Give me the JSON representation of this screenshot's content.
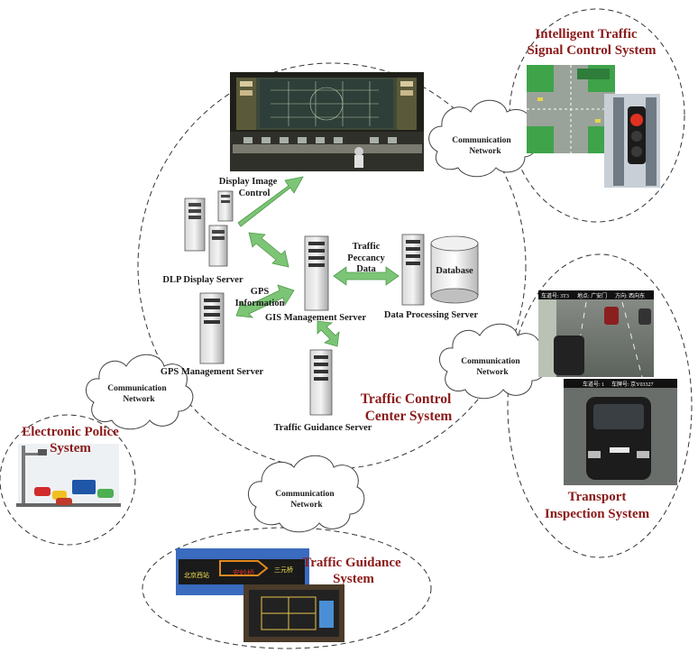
{
  "colors": {
    "title_red": "#8b1a1a",
    "arrow_green": "#7cc576",
    "arrow_stroke": "#4e9a48",
    "dash": "#333333"
  },
  "labels": {
    "intelligent_traffic_1": "Intelligent Traffic",
    "intelligent_traffic_2": "Signal Control System",
    "display_image_1": "Display Image",
    "display_image_2": "Control",
    "comm_network_1a": "Communication",
    "comm_network_1b": "Network",
    "dlp_server": "DLP Display Server",
    "traffic_peccancy_1": "Traffic",
    "traffic_peccancy_2": "Peccancy",
    "traffic_peccancy_3": "Data",
    "database": "Database",
    "gps_info_1": "GPS",
    "gps_info_2": "Information",
    "gis_server": "GIS Management Server",
    "data_processing_server": "Data Processing Server",
    "gps_server": "GPS Management Server",
    "comm_network_2a": "Communication",
    "comm_network_2b": "Network",
    "comm_network_3a": "Communication",
    "comm_network_3b": "Network",
    "traffic_control_1": "Traffic Control",
    "traffic_control_2": "Center System",
    "traffic_guidance_server": "Traffic Guidance Server",
    "electronic_police_1": "Electronic Police",
    "electronic_police_2": "System",
    "comm_network_4a": "Communication",
    "comm_network_4b": "Network",
    "transport_inspection_1": "Transport",
    "transport_inspection_2": "Inspection System",
    "traffic_guidance_1": "Traffic Guidance",
    "traffic_guidance_2": "System",
    "cam_top_left": "车道号: 3T3",
    "cam_top_mid": "地点: 广安门",
    "cam_top_right": "方向: 西向东",
    "cam_lane": "车道号: 1",
    "cam_plate": "车牌号: 京Y03327",
    "sign_left": "北京西站",
    "sign_mid": "安岭桥",
    "sign_right": "三元桥"
  }
}
